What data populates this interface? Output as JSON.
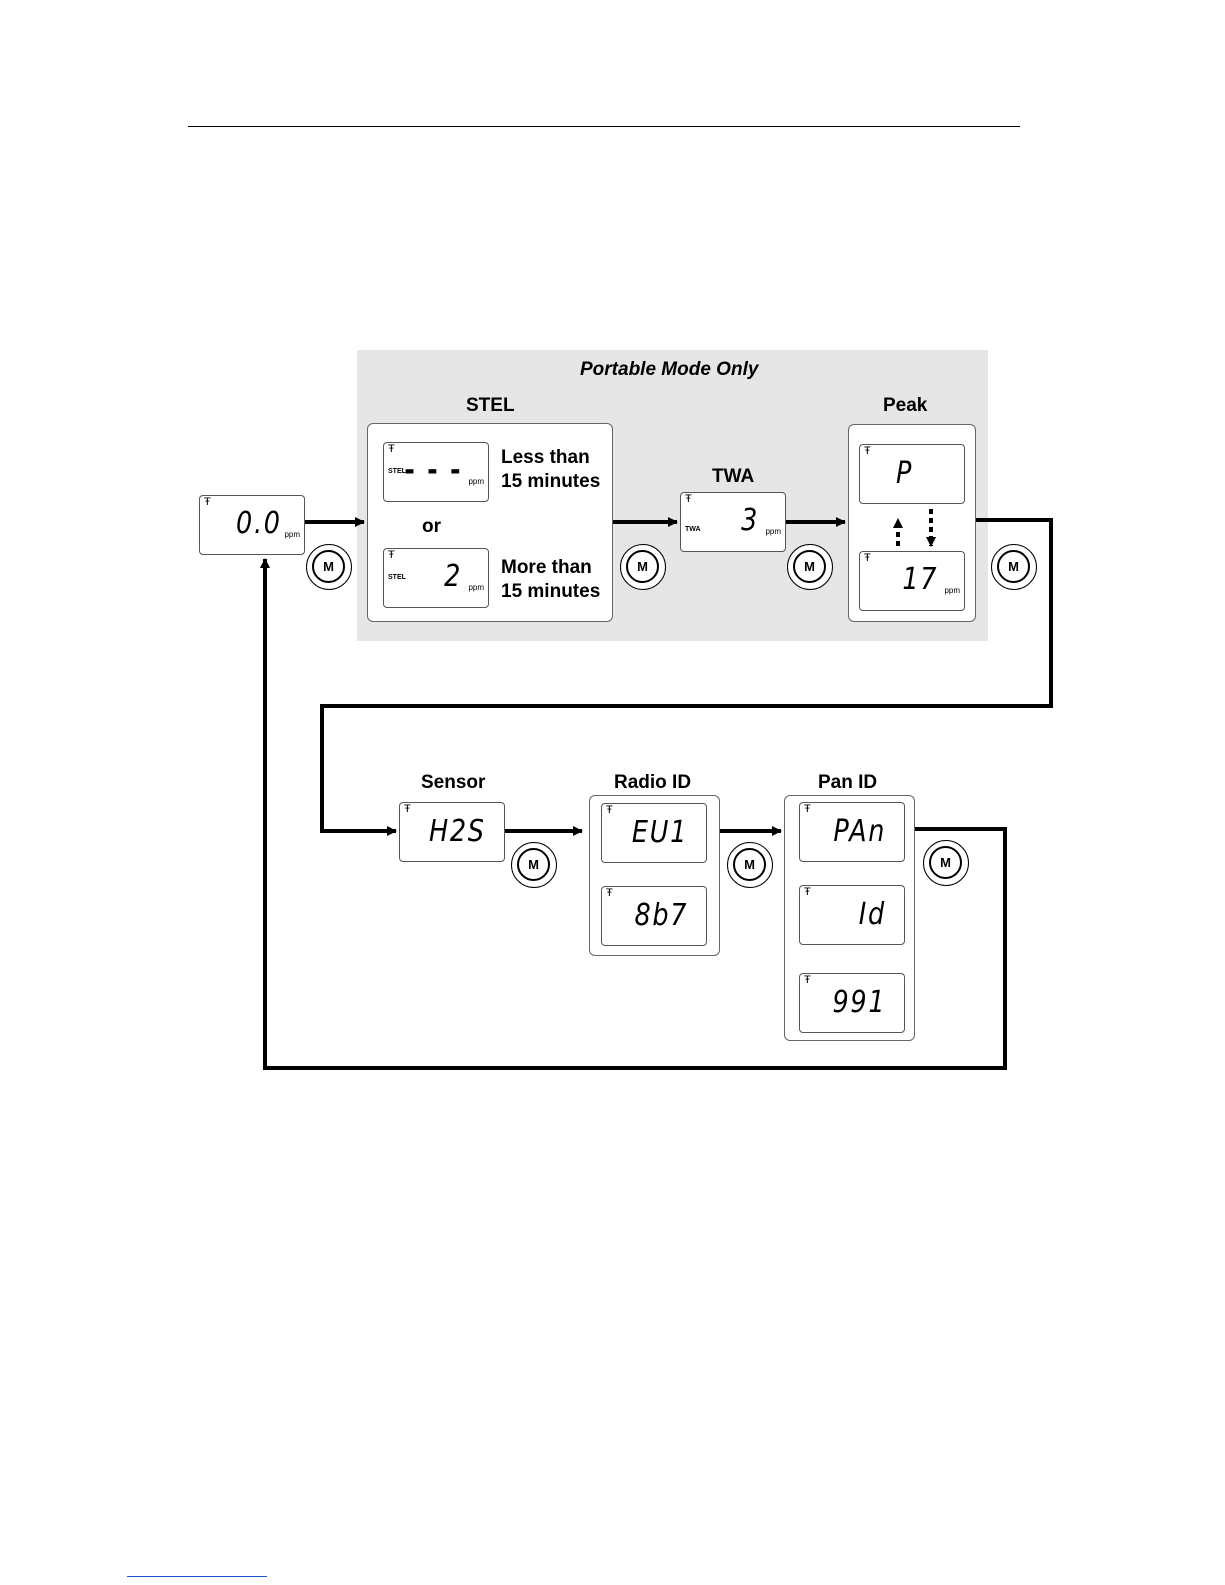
{
  "portable_mode_title": "Portable Mode Only",
  "button_label": "M",
  "antenna_glyph": "Ŧ",
  "labels": {
    "stel": "STEL",
    "twa": "TWA",
    "peak": "Peak",
    "sensor": "Sensor",
    "radio_id": "Radio ID",
    "pan_id": "Pan ID"
  },
  "stel": {
    "less_line1": "Less than",
    "less_line2": "15 minutes",
    "or": "or",
    "more_line1": "More than",
    "more_line2": "15 minutes"
  },
  "displays": {
    "home": {
      "value": "0.0",
      "unit": "ppm"
    },
    "stel_short": {
      "tag": "STEL",
      "value": "- - -",
      "unit": "ppm"
    },
    "stel_long": {
      "tag": "STEL",
      "value": "2",
      "unit": "ppm"
    },
    "twa": {
      "tag": "TWA",
      "value": "3",
      "unit": "ppm"
    },
    "peak_label": {
      "value": "P"
    },
    "peak_value": {
      "value": "17",
      "unit": "ppm"
    },
    "sensor": {
      "value": "H2S"
    },
    "radio_1": {
      "value": "EU1"
    },
    "radio_2": {
      "value": "8b7"
    },
    "pan_1": {
      "value": "PAn"
    },
    "pan_2": {
      "value": "Id"
    },
    "pan_3": {
      "value": "991"
    }
  }
}
